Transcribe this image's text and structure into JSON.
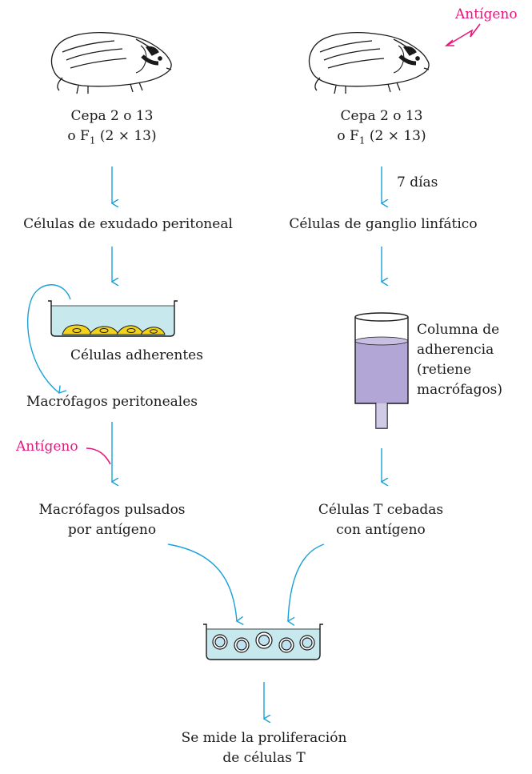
{
  "left": {
    "strain_line1": "Cepa 2 o 13",
    "strain_line2_pre": "o F",
    "strain_sub": "1",
    "strain_line2_post": " (2 × 13)",
    "peritoneal_cells": "Células de exudado peritoneal",
    "adherent_cells": "Células adherentes",
    "peritoneal_macrophages": "Macrófagos peritoneales",
    "antigen": "Antígeno",
    "pulsed_line1": "Macrófagos pulsados",
    "pulsed_line2": "por antígeno"
  },
  "right": {
    "antigen": "Antígeno",
    "strain_line1": "Cepa 2 o 13",
    "strain_line2_pre": "o F",
    "strain_sub": "1",
    "strain_line2_post": " (2 × 13)",
    "days": "7 días",
    "lymph_cells": "Células de ganglio linfático",
    "column_line1": "Columna de",
    "column_line2": "adherencia",
    "column_line3": "(retiene",
    "column_line4": "macrófagos)",
    "tcells_line1": "Células T cebadas",
    "tcells_line2": "con antígeno"
  },
  "bottom": {
    "result_line1": "Se mide la proliferación",
    "result_line2": "de células T"
  },
  "colors": {
    "arrow": "#1aa1d9",
    "antigen": "#e5177b",
    "medium": "#c7e9ee",
    "macrophage": "#f3d21d",
    "column_fluid": "#b1a6d6",
    "cell_fill": "#bfe3f0"
  }
}
